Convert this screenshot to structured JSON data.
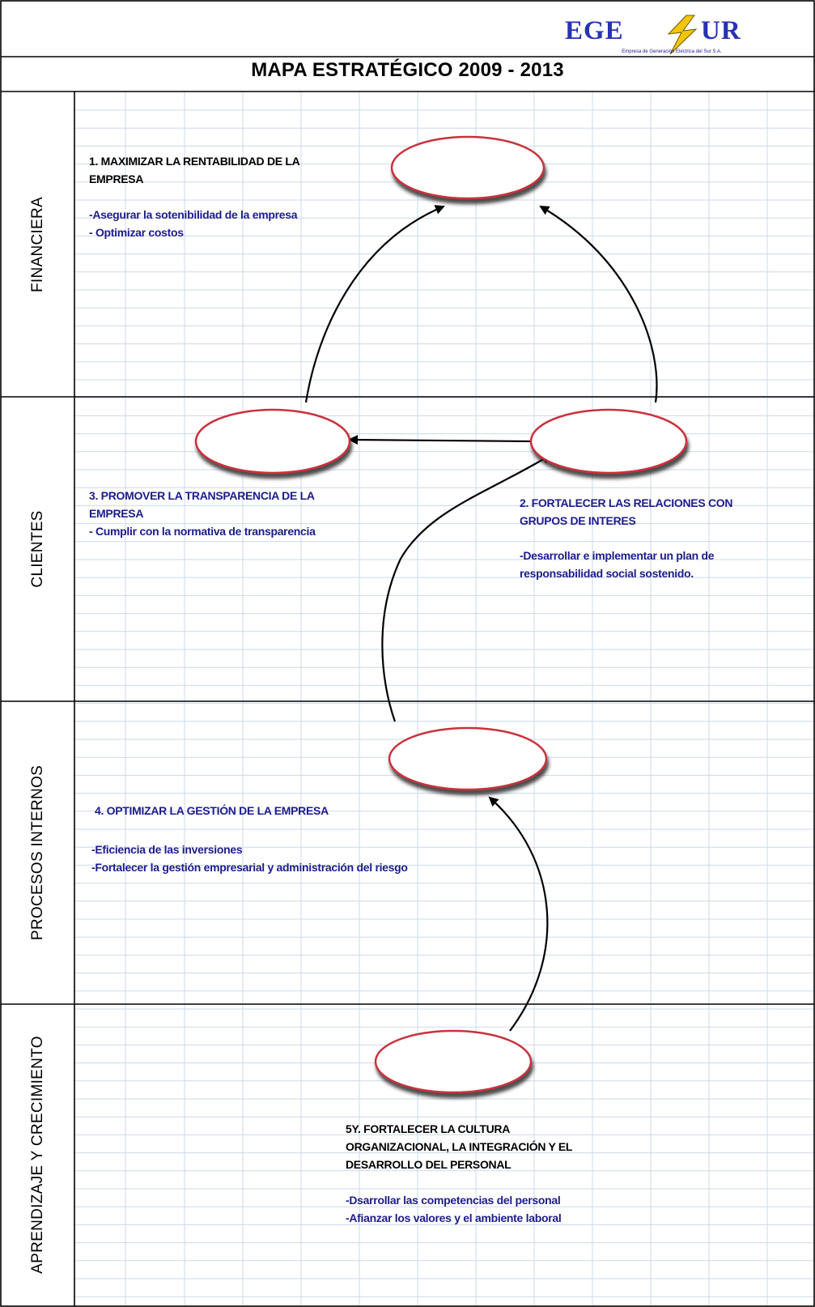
{
  "logo": {
    "left_text": "EGE",
    "right_text": "UR",
    "tagline": "Empresa de Generación Eléctrica del Sur S.A.",
    "brand_color": "#2832b4",
    "bolt_color": "#f2c40c"
  },
  "title": "MAPA ESTRATÉGICO 2009 - 2013",
  "perspectives": [
    {
      "label": "FINANCIERA"
    },
    {
      "label": "CLIENTES"
    },
    {
      "label": "PROCESOS INTERNOS"
    },
    {
      "label": "APRENDIZAJE Y CRECIMIENTO"
    }
  ],
  "objectives": [
    {
      "id": "1",
      "title": "1. MAXIMIZAR LA RENTABILIDAD  DE LA\nEMPRESA",
      "bullets": "-Asegurar la sotenibilidad de la empresa\n- Optimizar costos"
    },
    {
      "id": "2",
      "title": "2.  FORTALECER LAS RELACIONES CON\nGRUPOS DE INTERES",
      "bullets": "-Desarrollar e implementar un plan de\nresponsabilidad social sostenido."
    },
    {
      "id": "3",
      "title": "3.  PROMOVER LA TRANSPARENCIA DE LA\nEMPRESA",
      "bullets": "- Cumplir con la normativa de transparencia"
    },
    {
      "id": "4",
      "title": "4.  OPTIMIZAR LA GESTIÓN DE LA EMPRESA",
      "bullets": "-Eficiencia de las inversiones\n-Fortalecer la gestión empresarial y administración del riesgo"
    },
    {
      "id": "5",
      "title": "5Y.  FORTALECER LA CULTURA\nORGANIZACIONAL, LA INTEGRACIÓN Y EL\nDESARROLLO DEL PERSONAL",
      "bullets": "-Dsarrollar las competencias del personal\n-Afianzar los valores y el ambiente laboral"
    }
  ],
  "colors": {
    "node_border": "#c8323c",
    "node_fill": "#ffffff",
    "grid_line": "#cdd8ec",
    "frame": "#000000",
    "title_text": "#000000",
    "bullet_text": "#1c1c8c"
  }
}
